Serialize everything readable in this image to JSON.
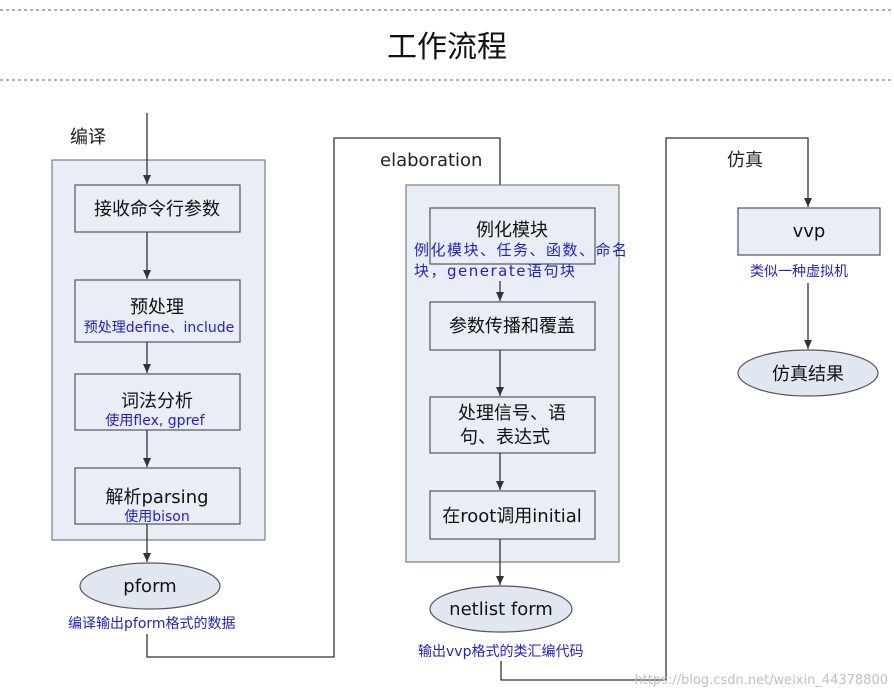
{
  "title": "工作流程",
  "compile": {
    "label": "编译",
    "steps": [
      {
        "label": "接收命令行参数"
      },
      {
        "label": "预处理",
        "note": "预处理define、include"
      },
      {
        "label": "词法分析",
        "note": "使用flex, gpref"
      },
      {
        "label": "解析parsing",
        "note": "使用bison"
      }
    ],
    "output": {
      "label": "pform",
      "note": "编译输出pform格式的数据"
    }
  },
  "elaboration": {
    "label": "elaboration",
    "steps": [
      {
        "label": "例化模块",
        "note_lines": [
          "例化模块、任务、函数、命名",
          "块，generate语句块"
        ]
      },
      {
        "label": "参数传播和覆盖"
      },
      {
        "label_lines": [
          "处理信号、语",
          "句、表达式"
        ]
      },
      {
        "label": "在root调用initial"
      }
    ],
    "output": {
      "label": "netlist form",
      "note": "输出vvp格式的类汇编代码"
    }
  },
  "simulation": {
    "label": "仿真",
    "steps": [
      {
        "label": "vvp",
        "note": "类似一种虚拟机"
      }
    ],
    "output": {
      "label": "仿真结果"
    }
  },
  "watermark": "https://blog.csdn.net/weixin_44378800",
  "colors": {
    "panel_fill": "#e8edf6",
    "node_fill": "#e8edf6",
    "ellipse_fill": "#e1e7f1",
    "stroke": "#555555",
    "note_text": "#1f1fd6",
    "line": "#333333"
  }
}
